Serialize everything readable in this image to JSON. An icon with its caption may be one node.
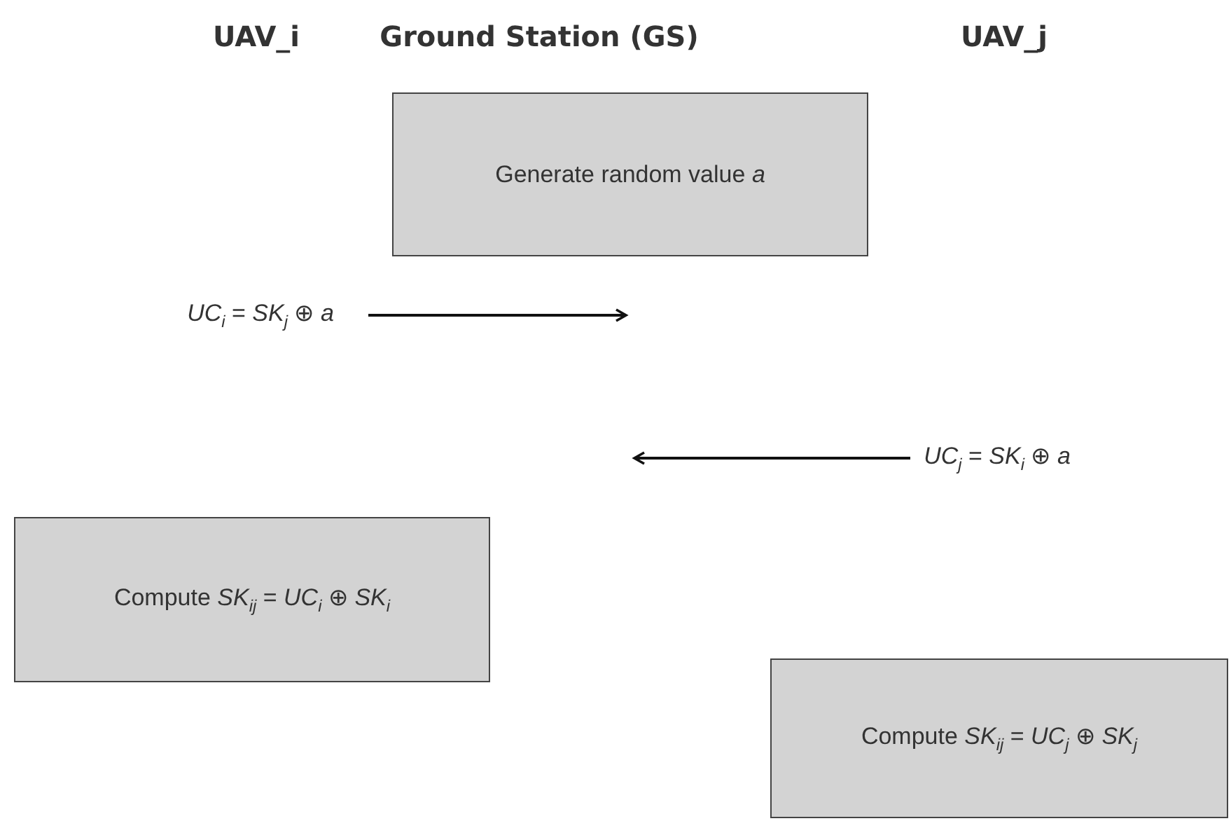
{
  "diagram": {
    "nodes": [
      {
        "text": [
          "Generate random value *a*"
        ]
      },
      {
        "text": [
          "*UC*$_{i}$ = *SK*$_{j}$ ⊕ *a*"
        ]
      },
      {
        "text": [
          "*UC*$_{j}$ = *SK*$_{i}$ ⊕ *a*"
        ]
      },
      {
        "text": [
          "Compute *SK*$_{ij}$ = *UC*$_{i}$ ⊕ *SK*$_{i}$"
        ]
      },
      {
        "text": [
          "Compute *SK*$_{ij}$ = *UC*$_{j}$ ⊕ *SK*$_{j}$"
        ]
      }
    ],
    "edges": [
      {
        "from": 1,
        "to": null,
        "arrow": "to"
      },
      {
        "from": 2,
        "to": null,
        "arrow": "to"
      }
    ],
    "labels": [
      "UAV_i",
      "Ground Station (GS)",
      "UAV_j"
    ]
  }
}
